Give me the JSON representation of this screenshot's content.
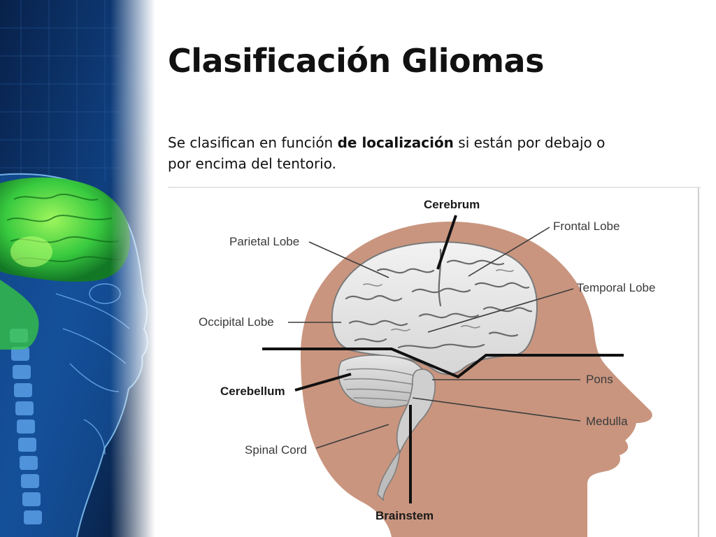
{
  "slide": {
    "title": "Clasificación Gliomas",
    "text_part1": "Se clasifican en funci",
    "text_part2": "ón ",
    "text_bold": "de localización",
    "text_part3": " si ",
    "text_part4": "e",
    "text_part5": "stán por debajo o por encima del tentorio."
  },
  "diagram": {
    "labels": {
      "cerebrum": "Cerebrum",
      "frontal_lobe": "Frontal Lobe",
      "parietal_lobe": "Parietal Lobe",
      "temporal_lobe": "Temporal Lobe",
      "occipital_lobe": "Occipital Lobe",
      "cerebellum": "Cerebellum",
      "pons": "Pons",
      "medulla": "Medulla",
      "spinal_cord": "Spinal Cord",
      "brainstem": "Brainstem"
    },
    "colors": {
      "head_silhouette": "#c9957f",
      "brain": "#e6e6e6",
      "line": "#111111"
    }
  },
  "side_image": {
    "icons": [
      "head-xray-icon",
      "glowing-brain-icon"
    ],
    "colors": {
      "background": "#0b2a5c",
      "brain_glow": "#3bd13b",
      "skeleton": "#6fb7ff"
    }
  }
}
